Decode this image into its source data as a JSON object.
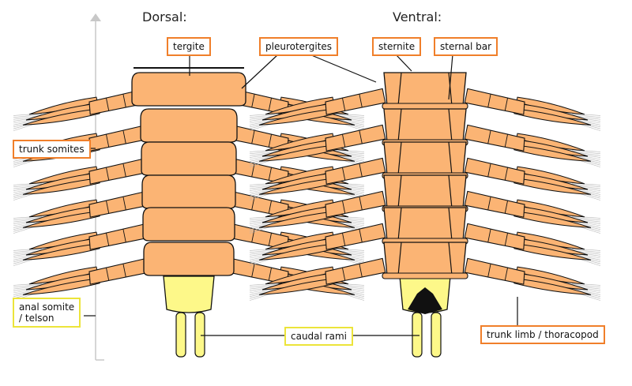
{
  "headings": {
    "dorsal": "Dorsal:",
    "ventral": "Ventral:"
  },
  "labels": {
    "tergite": "tergite",
    "pleurotergites": "pleurotergites",
    "sternite": "sternite",
    "sternal_bar": "sternal bar",
    "trunk_somites": "trunk somites",
    "anal_somite_line1": "anal somite",
    "anal_somite_line2": "/ telson",
    "caudal_rami": "caudal rami",
    "trunk_limb": "trunk limb / thoracopod"
  },
  "colors": {
    "trunk": "#fbb474",
    "telson": "#fdf889",
    "outline": "#111111",
    "label_border_orange": "#f07f2a",
    "label_border_yellow": "#ece43a",
    "bracket": "#c8c8c8",
    "setae": "#b5b5b5"
  }
}
